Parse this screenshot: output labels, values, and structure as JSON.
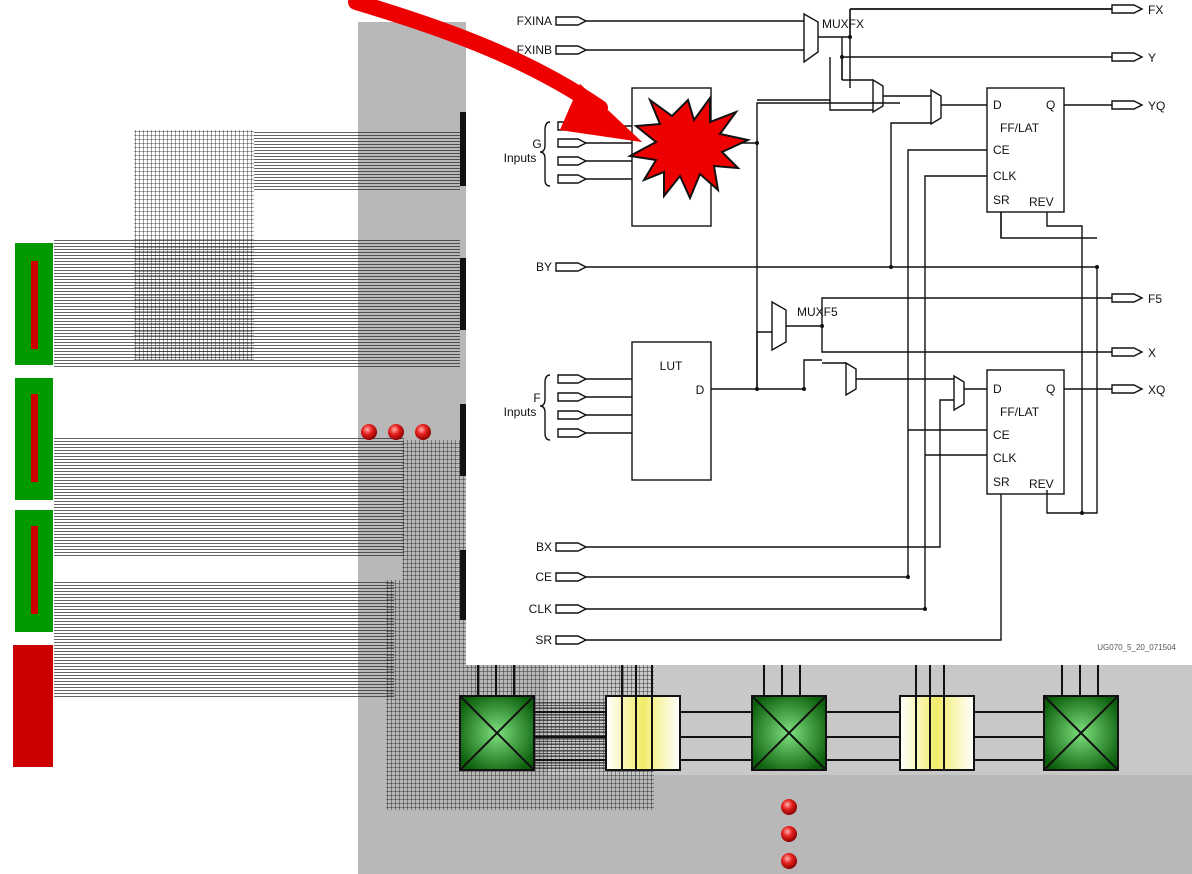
{
  "slice": {
    "top_outputs": [
      "FX",
      "Y",
      "YQ"
    ],
    "bottom_outputs": [
      "F5",
      "X",
      "XQ"
    ],
    "top_inputs": [
      "FXINA",
      "FXINB"
    ],
    "g_inputs_label": [
      "G",
      "Inputs"
    ],
    "f_inputs_label": [
      "F",
      "Inputs"
    ],
    "by_input": "BY",
    "bottom_inputs": [
      "BX",
      "CE",
      "CLK",
      "SR"
    ],
    "muxfx_label": "MUXFX",
    "muxf5_label": "MUXF5",
    "lut_label": "LUT",
    "lut_out": "D",
    "ff_upper": {
      "d": "D",
      "q": "Q",
      "name": "FF/LAT",
      "ce": "CE",
      "clk": "CLK",
      "sr": "SR",
      "rev": "REV"
    },
    "ff_lower": {
      "d": "D",
      "q": "Q",
      "name": "FF/LAT",
      "ce": "CE",
      "clk": "CLK",
      "sr": "SR",
      "rev": "REV"
    },
    "figure_id": "UG070_5_20_071504"
  },
  "colors": {
    "gray_panel": "#b8b8b8",
    "green_block": "#009900",
    "red_bar": "#cc0000",
    "arrow_red": "#ee0000",
    "switch_green": "#1b8a1b",
    "connect_yellow": "#f3f08a"
  }
}
